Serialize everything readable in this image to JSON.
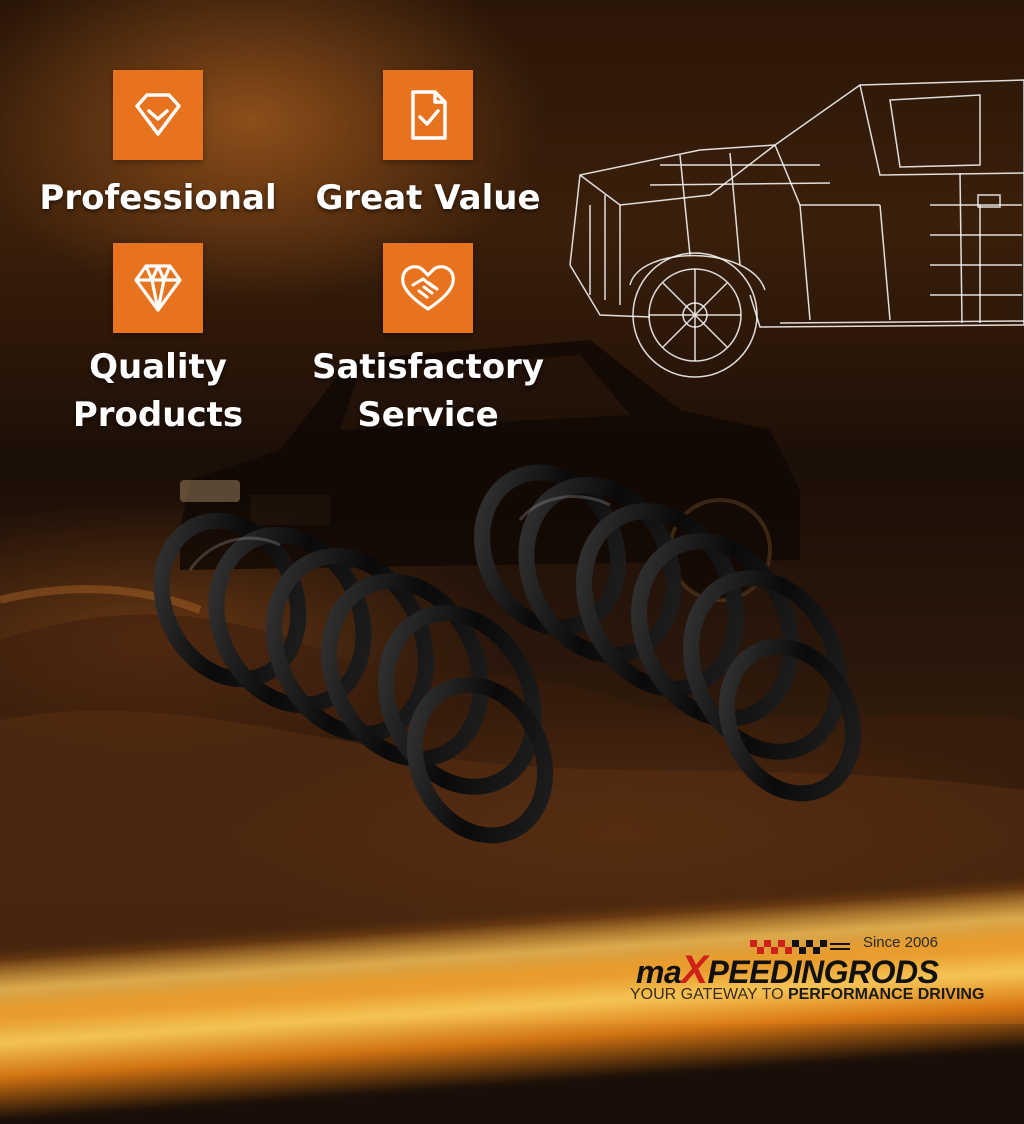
{
  "features": [
    {
      "label": "Professional",
      "icon": "diamond-check-icon"
    },
    {
      "label": "Great Value",
      "icon": "document-check-icon"
    },
    {
      "label": "Quality\nProducts",
      "icon": "gem-icon"
    },
    {
      "label": "Satisfactory\nService",
      "icon": "handshake-heart-icon"
    }
  ],
  "colors": {
    "accent": "#e8731e",
    "brand_red": "#d0201a"
  },
  "brand": {
    "logo_prefix": "ma",
    "logo_x": "X",
    "logo_suffix": "PEEDINGRODS",
    "since": "Since 2006",
    "tagline_normal": "YOUR GATEWAY TO ",
    "tagline_bold": "PERFORMANCE DRIVING"
  }
}
